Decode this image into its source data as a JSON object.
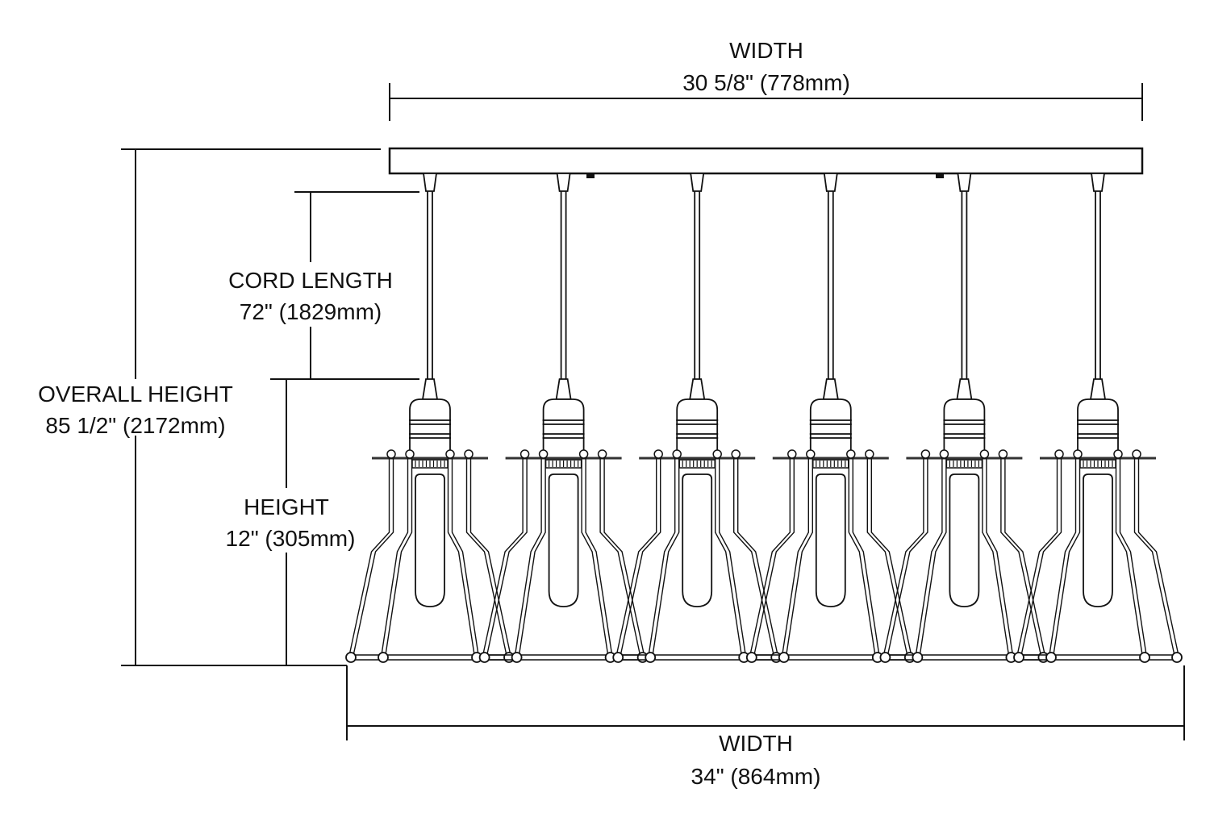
{
  "dimensions": {
    "top_width": {
      "label": "WIDTH",
      "value": "30 5/8\" (778mm)"
    },
    "cord_length": {
      "label": "CORD LENGTH",
      "value": "72\" (1829mm)"
    },
    "overall_height": {
      "label": "OVERALL HEIGHT",
      "value": "85 1/2\" (2172mm)"
    },
    "height": {
      "label": "HEIGHT",
      "value": "12\" (305mm)"
    },
    "bottom_width": {
      "label": "WIDTH",
      "value": "34\" (864mm)"
    }
  },
  "fixture": {
    "pendant_count": 6
  },
  "colors": {
    "line": "#111111",
    "background": "#ffffff"
  }
}
